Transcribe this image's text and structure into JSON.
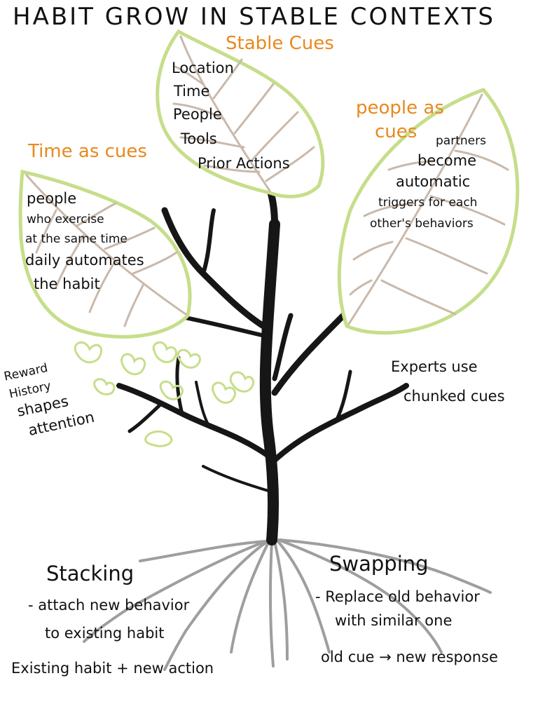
{
  "title": "HABIT GROW IN STABLE CONTEXTS",
  "colors": {
    "leaf_outline": "#c6de8a",
    "vein": "#c9b9ab",
    "trunk": "#161616",
    "root": "#9e9e9e",
    "heading": "#e8891e"
  },
  "leaves": {
    "stable_cues": {
      "heading": "Stable Cues",
      "items": [
        "Location",
        "Time",
        "People",
        "Tools",
        "Prior Actions"
      ]
    },
    "time_as_cues": {
      "heading": "Time as cues",
      "lines": [
        "people",
        "who exercise",
        "at the same time",
        "daily automates",
        "the habit"
      ]
    },
    "people_as_cues": {
      "heading_line1": "people as",
      "heading_line2": "cues",
      "lines": [
        "partners",
        "become",
        "automatic",
        "triggers for each",
        "other's behaviors"
      ]
    }
  },
  "notes": {
    "reward_history": [
      "Reward",
      "History",
      "shapes",
      "attention"
    ],
    "experts": [
      "Experts use",
      "chunked cues"
    ]
  },
  "roots": {
    "stacking": {
      "heading": "Stacking",
      "lines": [
        "- attach new behavior",
        "to existing habit"
      ],
      "formula": "Existing habit + new action"
    },
    "swapping": {
      "heading": "Swapping",
      "lines": [
        "- Replace old behavior",
        "with similar one"
      ],
      "formula": "old cue → new response"
    }
  }
}
